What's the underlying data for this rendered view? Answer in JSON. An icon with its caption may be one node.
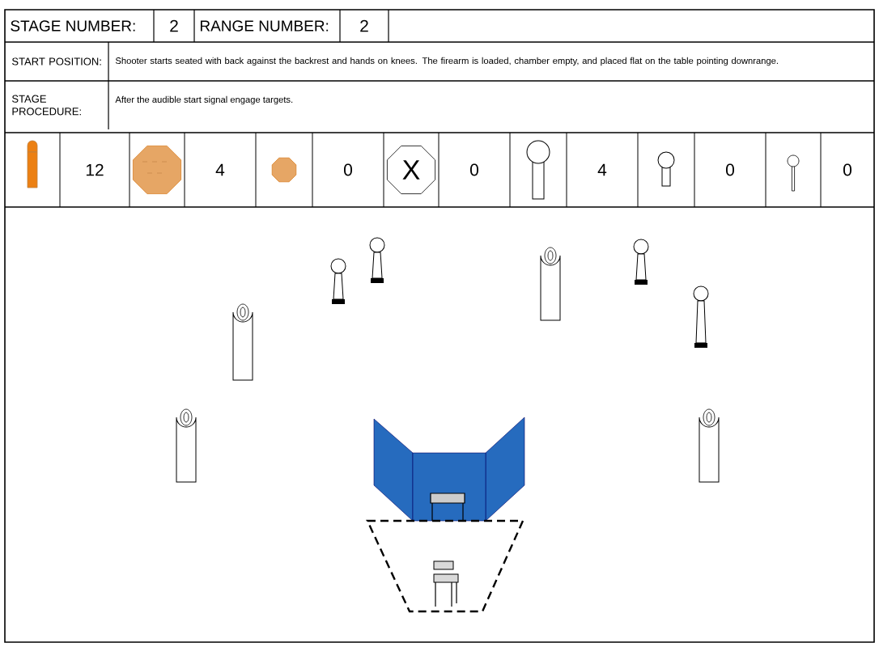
{
  "diagram": {
    "labels": [
      "STAGE NUMBER:",
      "2",
      "RANGE NUMBER:",
      "2",
      "START POSITION:",
      "Shooter starts seated with back against the backrest and hands on knees. The firearm is loaded, chamber empty, and placed flat on the table pointing downrange.",
      "STAGE PROCEDURE:",
      "After the audible start signal engage targets.",
      "12",
      "4",
      "0",
      "X",
      "0",
      "4",
      "0",
      "0"
    ]
  }
}
